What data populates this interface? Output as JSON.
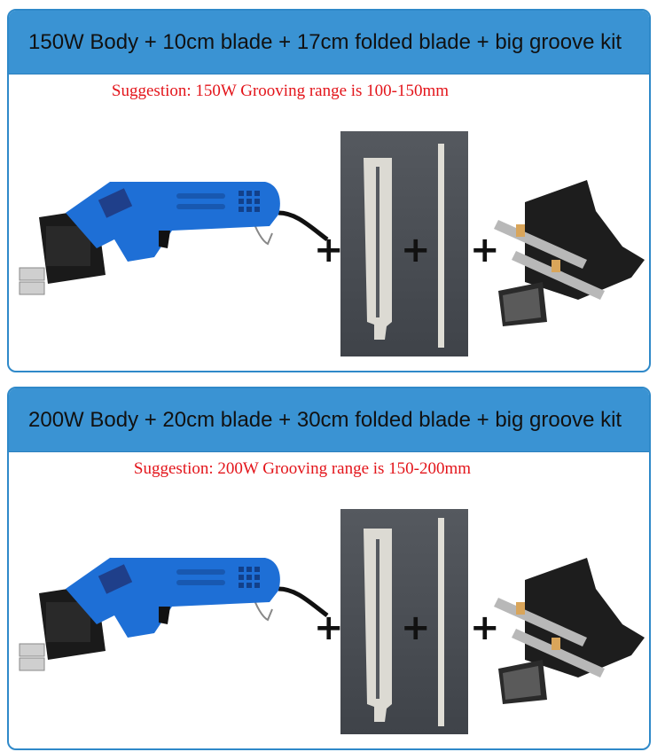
{
  "sections": [
    {
      "title": "150W Body + 10cm blade + 17cm folded blade + big groove kit",
      "suggestion": "Suggestion: 150W Grooving range is 100-150mm",
      "plus": "+"
    },
    {
      "title": "200W Body + 20cm blade + 30cm folded blade + big groove kit",
      "suggestion": "Suggestion: 200W Grooving range is 150-200mm",
      "plus": "+"
    }
  ],
  "colors": {
    "header_bg": "#3a93d3",
    "border": "#2f89c9",
    "suggestion_text": "#e3151b",
    "tool_body": "#1e6fd6",
    "blade_panel": "#4a4e54"
  },
  "icons": [
    "hot-knife-tool-icon",
    "blade-pair-icon",
    "groove-kit-icon"
  ]
}
